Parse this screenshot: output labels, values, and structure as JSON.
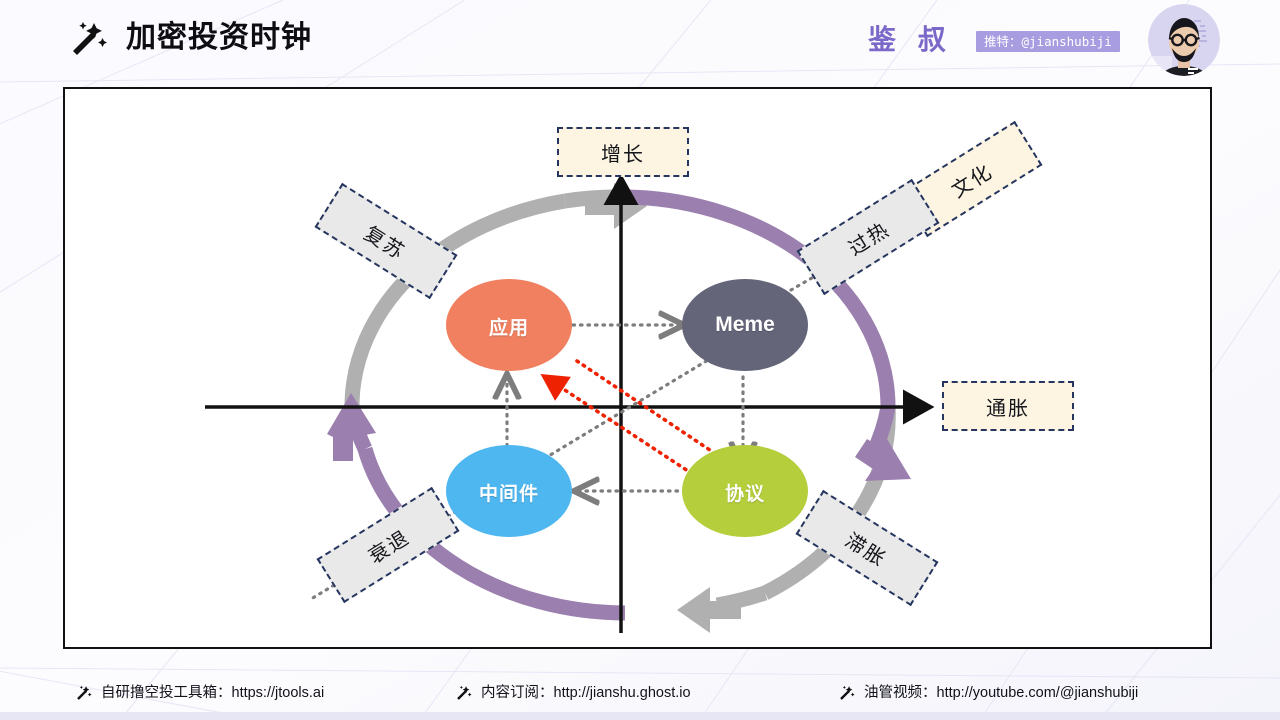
{
  "header": {
    "title": "加密投资时钟",
    "brand_icon": "magic-wand-sparkle-icon",
    "author": "鉴 叔",
    "handle_badge": "推特：@jianshubiji",
    "avatar_alt": "avatar",
    "accent_purple": "#7b68c9",
    "badge_bg": "#a79de0"
  },
  "diagram": {
    "type": "crypto-investment-clock",
    "axes": {
      "vertical_label": "增长",
      "horizontal_label": "通胀"
    },
    "quadrant_labels": [
      {
        "id": "recovery",
        "text": "复苏",
        "style": "gray",
        "rotate": 32
      },
      {
        "id": "overheat",
        "text": "过热",
        "style": "gray",
        "rotate": -32
      },
      {
        "id": "stagflation",
        "text": "滞胀",
        "style": "gray",
        "rotate": 32
      },
      {
        "id": "recession",
        "text": "衰退",
        "style": "gray",
        "rotate": -32
      }
    ],
    "axis_labels": [
      {
        "id": "growth",
        "text": "增长",
        "style": "cream"
      },
      {
        "id": "inflation",
        "text": "通胀",
        "style": "cream"
      },
      {
        "id": "culture",
        "text": "文化",
        "style": "cream",
        "rotate": -32
      }
    ],
    "nodes": [
      {
        "id": "app",
        "text": "应用",
        "color": "#f08060",
        "quadrant": "top-left"
      },
      {
        "id": "meme",
        "text": "Meme",
        "color": "#65657a",
        "quadrant": "top-right"
      },
      {
        "id": "middleware",
        "text": "中间件",
        "color": "#4fb7f0",
        "quadrant": "bottom-left"
      },
      {
        "id": "protocol",
        "text": "协议",
        "color": "#b5ce3c",
        "quadrant": "bottom-right"
      }
    ],
    "cycle_arcs": [
      {
        "id": "gray-arc",
        "color": "#b0b0b0",
        "direction": "clockwise",
        "from": "west",
        "to": "south"
      },
      {
        "id": "purple-arc",
        "color": "#9b7fae",
        "direction": "clockwise",
        "from": "north",
        "to": "west"
      }
    ],
    "connectors": [
      {
        "from": "app",
        "to": "meme",
        "color": "#808080",
        "style": "dotted"
      },
      {
        "from": "meme",
        "to": "protocol",
        "color": "#808080",
        "style": "dotted"
      },
      {
        "from": "protocol",
        "to": "middleware",
        "color": "#808080",
        "style": "dotted"
      },
      {
        "from": "middleware",
        "to": "app",
        "color": "#808080",
        "style": "dotted"
      },
      {
        "from": "meme",
        "to": "culture",
        "color": "#808080",
        "style": "dotted"
      },
      {
        "from": "meme",
        "to": "recession",
        "color": "#808080",
        "style": "dotted"
      },
      {
        "from": "app",
        "to": "protocol",
        "color": "#ee2200",
        "style": "dotted"
      },
      {
        "from": "protocol",
        "to": "app",
        "color": "#ee2200",
        "style": "dotted"
      }
    ]
  },
  "footer": {
    "items": [
      {
        "icon": "magic-wand-sparkle-icon",
        "text": "自研撸空投工具箱：https://jtools.ai"
      },
      {
        "icon": "magic-wand-sparkle-icon",
        "text": "内容订阅：http://jianshu.ghost.io"
      },
      {
        "icon": "magic-wand-sparkle-icon",
        "text": "油管视频：http://youtube.com/@jianshubiji"
      }
    ]
  }
}
